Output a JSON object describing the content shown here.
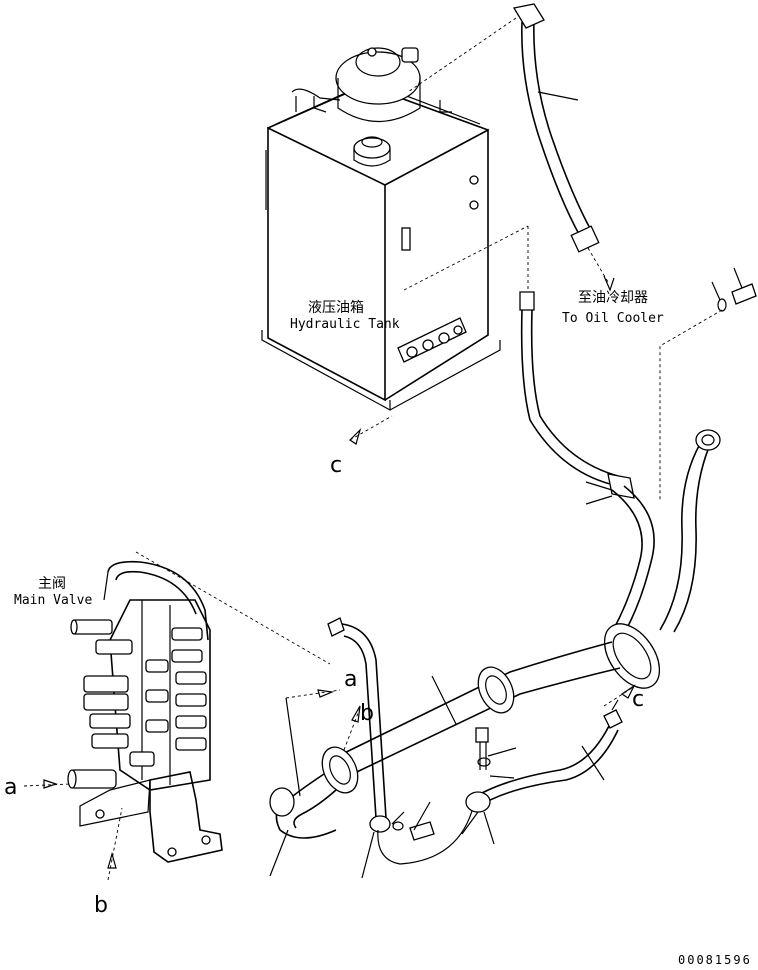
{
  "labels": {
    "tank_cn": "液压油箱",
    "tank_en": "Hydraulic Tank",
    "cooler_cn": "至油冷却器",
    "cooler_en": "To Oil Cooler",
    "valve_cn": "主阀",
    "valve_en": "Main Valve"
  },
  "callouts": {
    "a_left": "a",
    "a_right": "a",
    "b_left": "b",
    "b_right": "b",
    "c_left": "c",
    "c_right": "c"
  },
  "drawing_number": "00081596"
}
